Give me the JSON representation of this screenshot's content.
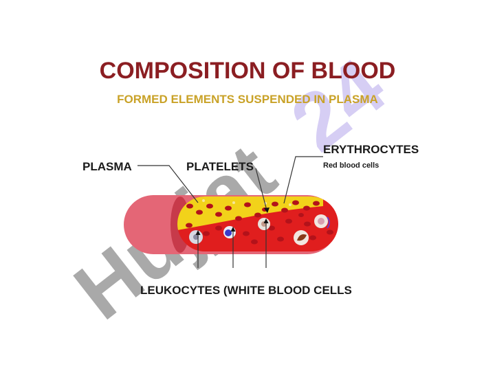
{
  "title": "COMPOSITION OF BLOOD",
  "subtitle": "FORMED ELEMENTS SUSPENDED IN PLASMA",
  "labels": {
    "plasma": "PLASMA",
    "platelets": "PLATELETS",
    "erythrocytes": "ERYTHROCYTES",
    "erythrocytes_sub": "Red blood cells",
    "leukocytes": "LEUKOCYTES (WHITE BLOOD CELLS"
  },
  "watermark": "Hujjat 24",
  "colors": {
    "title": "#8b1e22",
    "subtitle": "#c9a227",
    "vessel_outer": "#e05a6a",
    "vessel_red": "#e01e1e",
    "plasma_yellow": "#f2d21a",
    "watermark_gray": "#9a9a9a",
    "watermark_purple": "#cfc5f2"
  }
}
